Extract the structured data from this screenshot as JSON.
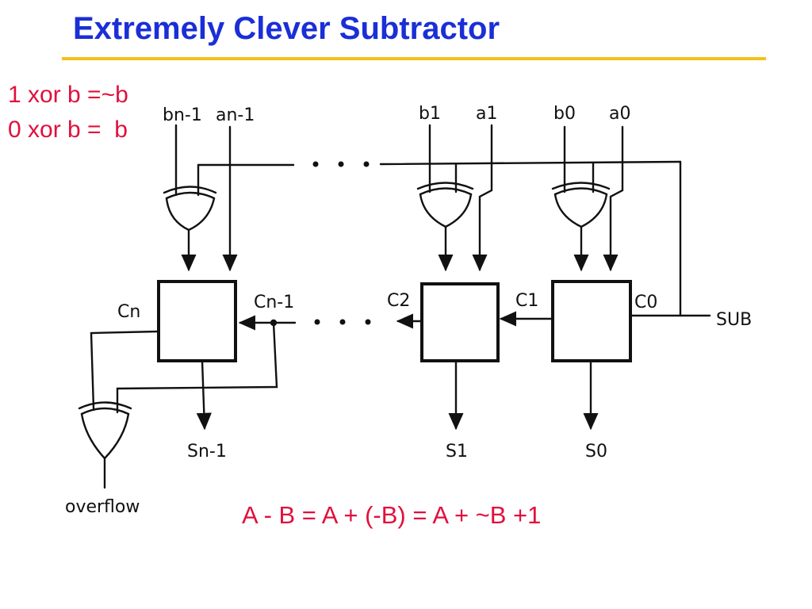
{
  "slide": {
    "title": "Extremely Clever Subtractor",
    "title_color": "#1a2fd6",
    "underline_color": "#f2c21a",
    "note_color": "#e0103c"
  },
  "notes": {
    "xor_one": "1 xor b =~b",
    "xor_zero": "0 xor b =  b"
  },
  "equation": "A - B = A + (-B) = A + ~B +1",
  "circuit": {
    "inputs": {
      "b_msb": "bn-1",
      "a_msb": "an-1",
      "b1": "b1",
      "a1": "a1",
      "b0": "b0",
      "a0": "a0"
    },
    "carries": {
      "cn": "Cn",
      "cn_minus_1": "Cn-1",
      "c2": "C2",
      "c1": "C1",
      "c0": "C0"
    },
    "outputs": {
      "s_msb": "Sn-1",
      "s1": "S1",
      "s0": "S0",
      "overflow": "overflow"
    },
    "control": "SUB"
  }
}
